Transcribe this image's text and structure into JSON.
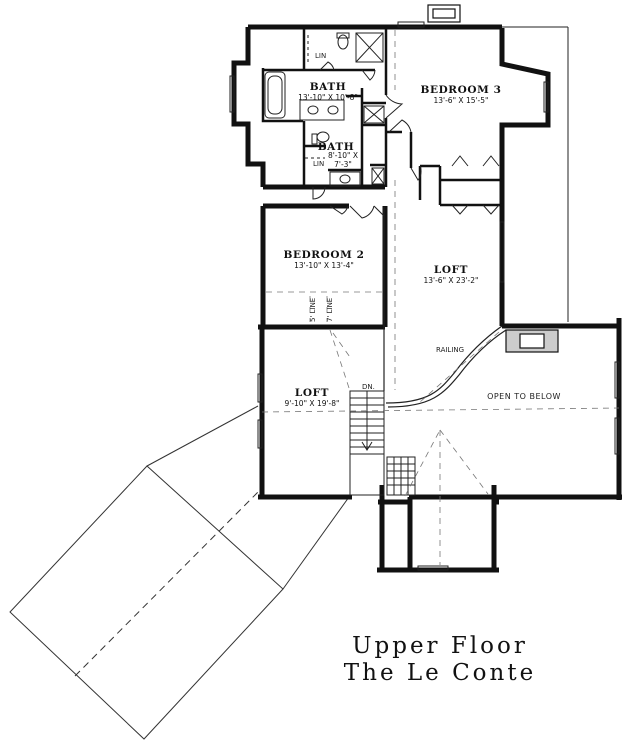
{
  "title": {
    "line1": "Upper Floor",
    "line2": "The Le Conte"
  },
  "rooms": {
    "bath1": {
      "name": "BATH",
      "dims": "13'-10\" X 10'-8\""
    },
    "bath2": {
      "name": "BATH",
      "dims_line1": "8'-10\" X",
      "dims_line2": "7'-3\""
    },
    "bedroom3": {
      "name": "BEDROOM 3",
      "dims": "13'-6\" X 15'-5\""
    },
    "bedroom2": {
      "name": "BEDROOM 2",
      "dims": "13'-10\" X 13'-4\""
    },
    "loft_upper": {
      "name": "LOFT",
      "dims": "13'-6\" X 23'-2\""
    },
    "loft_lower": {
      "name": "LOFT",
      "dims": "9'-10\" X 19'-8\""
    }
  },
  "labels": {
    "lin1": "LIN",
    "lin2": "LIN",
    "railing": "RAILING",
    "open_to_below": "OPEN TO BELOW",
    "dn": "DN.",
    "line5": "5' LINE",
    "line7": "7' LINE"
  }
}
